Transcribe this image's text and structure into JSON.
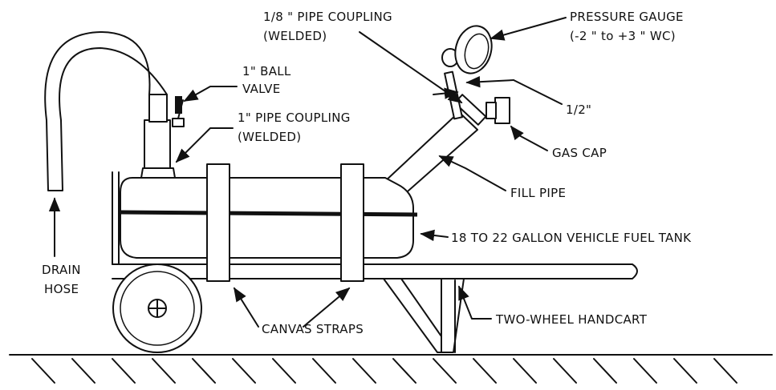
{
  "labels": {
    "pipe_coupling_small_1": "1/8 \" PIPE COUPLING",
    "pipe_coupling_small_2": "(WELDED)",
    "pressure_gauge_1": "PRESSURE GAUGE",
    "pressure_gauge_2": "(-2 \" to +3 \" WC)",
    "ball_valve_1": "1\" BALL",
    "ball_valve_2": "VALVE",
    "pipe_coupling_large_1": "1\" PIPE COUPLING",
    "pipe_coupling_large_2": "(WELDED)",
    "half_inch": "1/2\"",
    "gas_cap": "GAS CAP",
    "fill_pipe": "FILL PIPE",
    "fuel_tank": "18 TO 22 GALLON VEHICLE FUEL TANK",
    "drain_hose_1": "DRAIN",
    "drain_hose_2": "HOSE",
    "canvas_straps": "CANVAS STRAPS",
    "handcart": "TWO-WHEEL HANDCART"
  }
}
